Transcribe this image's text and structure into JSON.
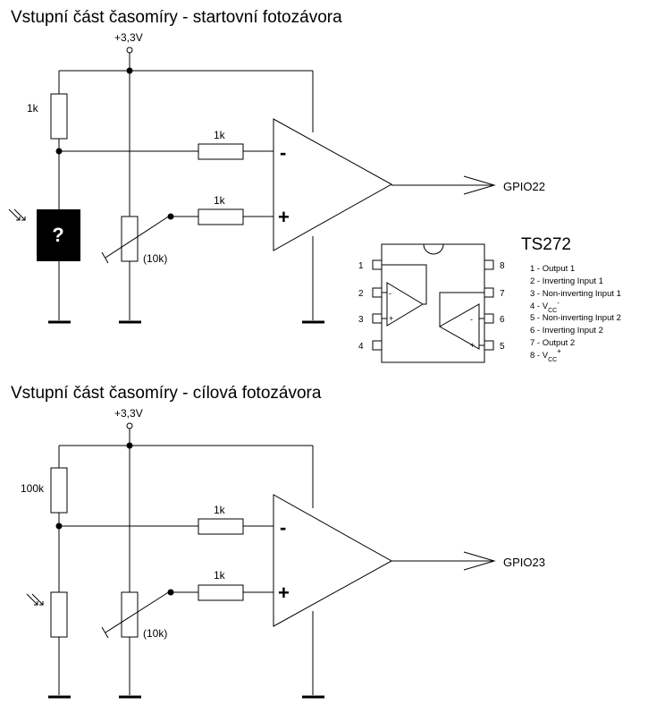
{
  "top": {
    "title": "Vstupní část časomíry - startovní fotozávora",
    "supply": "+3,3V",
    "pullup": "1k",
    "r_minus": "1k",
    "r_plus": "1k",
    "pot": "(10k)",
    "sensor_mark": "?",
    "output": "GPIO22",
    "minus_sign": "-",
    "plus_sign": "+"
  },
  "bottom": {
    "title": "Vstupní část časomíry - cílová fotozávora",
    "supply": "+3,3V",
    "pullup": "100k",
    "r_minus": "1k",
    "r_plus": "1k",
    "pot": "(10k)",
    "output": "GPIO23",
    "minus_sign": "-",
    "plus_sign": "+"
  },
  "chip": {
    "name": "TS272",
    "left_pins": [
      "1",
      "2",
      "3",
      "4"
    ],
    "right_pins": [
      "8",
      "7",
      "6",
      "5"
    ],
    "pinout": {
      "p1": "1 - Output 1",
      "p2": "2 - Inverting Input 1",
      "p3": "3 - Non-inverting Input 1",
      "p4_prefix": "4 - V",
      "p4_sub": "CC",
      "p4_sup": "-",
      "p5": "5 - Non-inverting Input 2",
      "p6": "6 - Inverting Input 2",
      "p7": "7 - Output 2",
      "p8_prefix": "8 - V",
      "p8_sub": "CC",
      "p8_sup": "+"
    },
    "amp_signs": {
      "minus": "-",
      "plus": "+"
    }
  }
}
